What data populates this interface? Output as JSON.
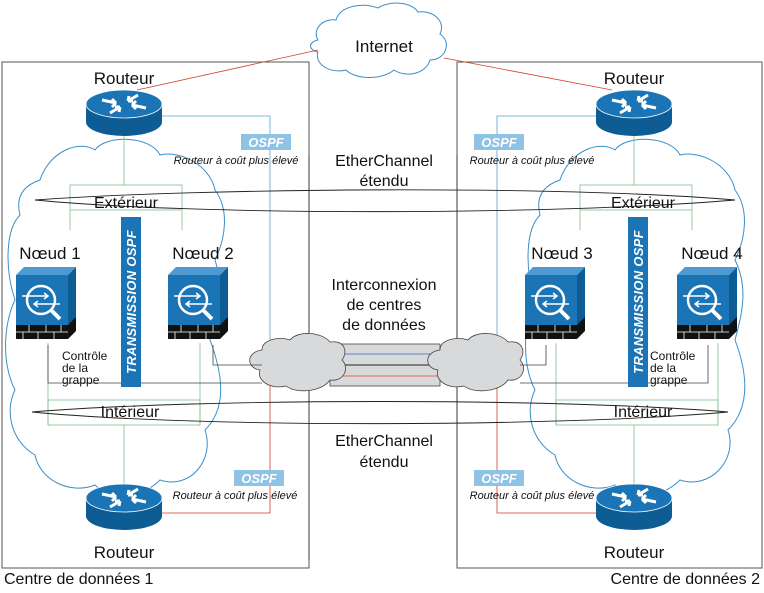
{
  "internet": {
    "label": "Internet"
  },
  "datacenters": [
    {
      "label": "Centre de données 1"
    },
    {
      "label": "Centre de données 2"
    }
  ],
  "routers": {
    "dc1_top": "Routeur",
    "dc1_bottom": "Routeur",
    "dc2_top": "Routeur",
    "dc2_bottom": "Routeur"
  },
  "ospf_badge": "OSPF",
  "higher_cost_router": "Routeur à coût plus élevé",
  "etherchannel": {
    "line1": "EtherChannel",
    "line2": "étendu"
  },
  "exterior": "Extérieur",
  "interior": "Intérieur",
  "nodes": [
    "Nœud 1",
    "Nœud 2",
    "Nœud 3",
    "Nœud 4"
  ],
  "transmission": "TRANSMISSION OSPF",
  "cluster_control": {
    "line1": "Contrôle",
    "line2": "de la",
    "line3": "grappe"
  },
  "interconnect": {
    "line1": "Interconnexion",
    "line2": "de centres",
    "line3": "de données"
  },
  "colors": {
    "device_blue": "#1b74b5",
    "device_dark": "#0d5c94",
    "ospf_badge": "#8fc3e6",
    "cloud_outline": "#3a8fc8",
    "green_link": "#7fbf8f",
    "red_link": "#d0402a",
    "blue_link": "#5aa0d0",
    "gray_cloud": "#d8d9db"
  }
}
